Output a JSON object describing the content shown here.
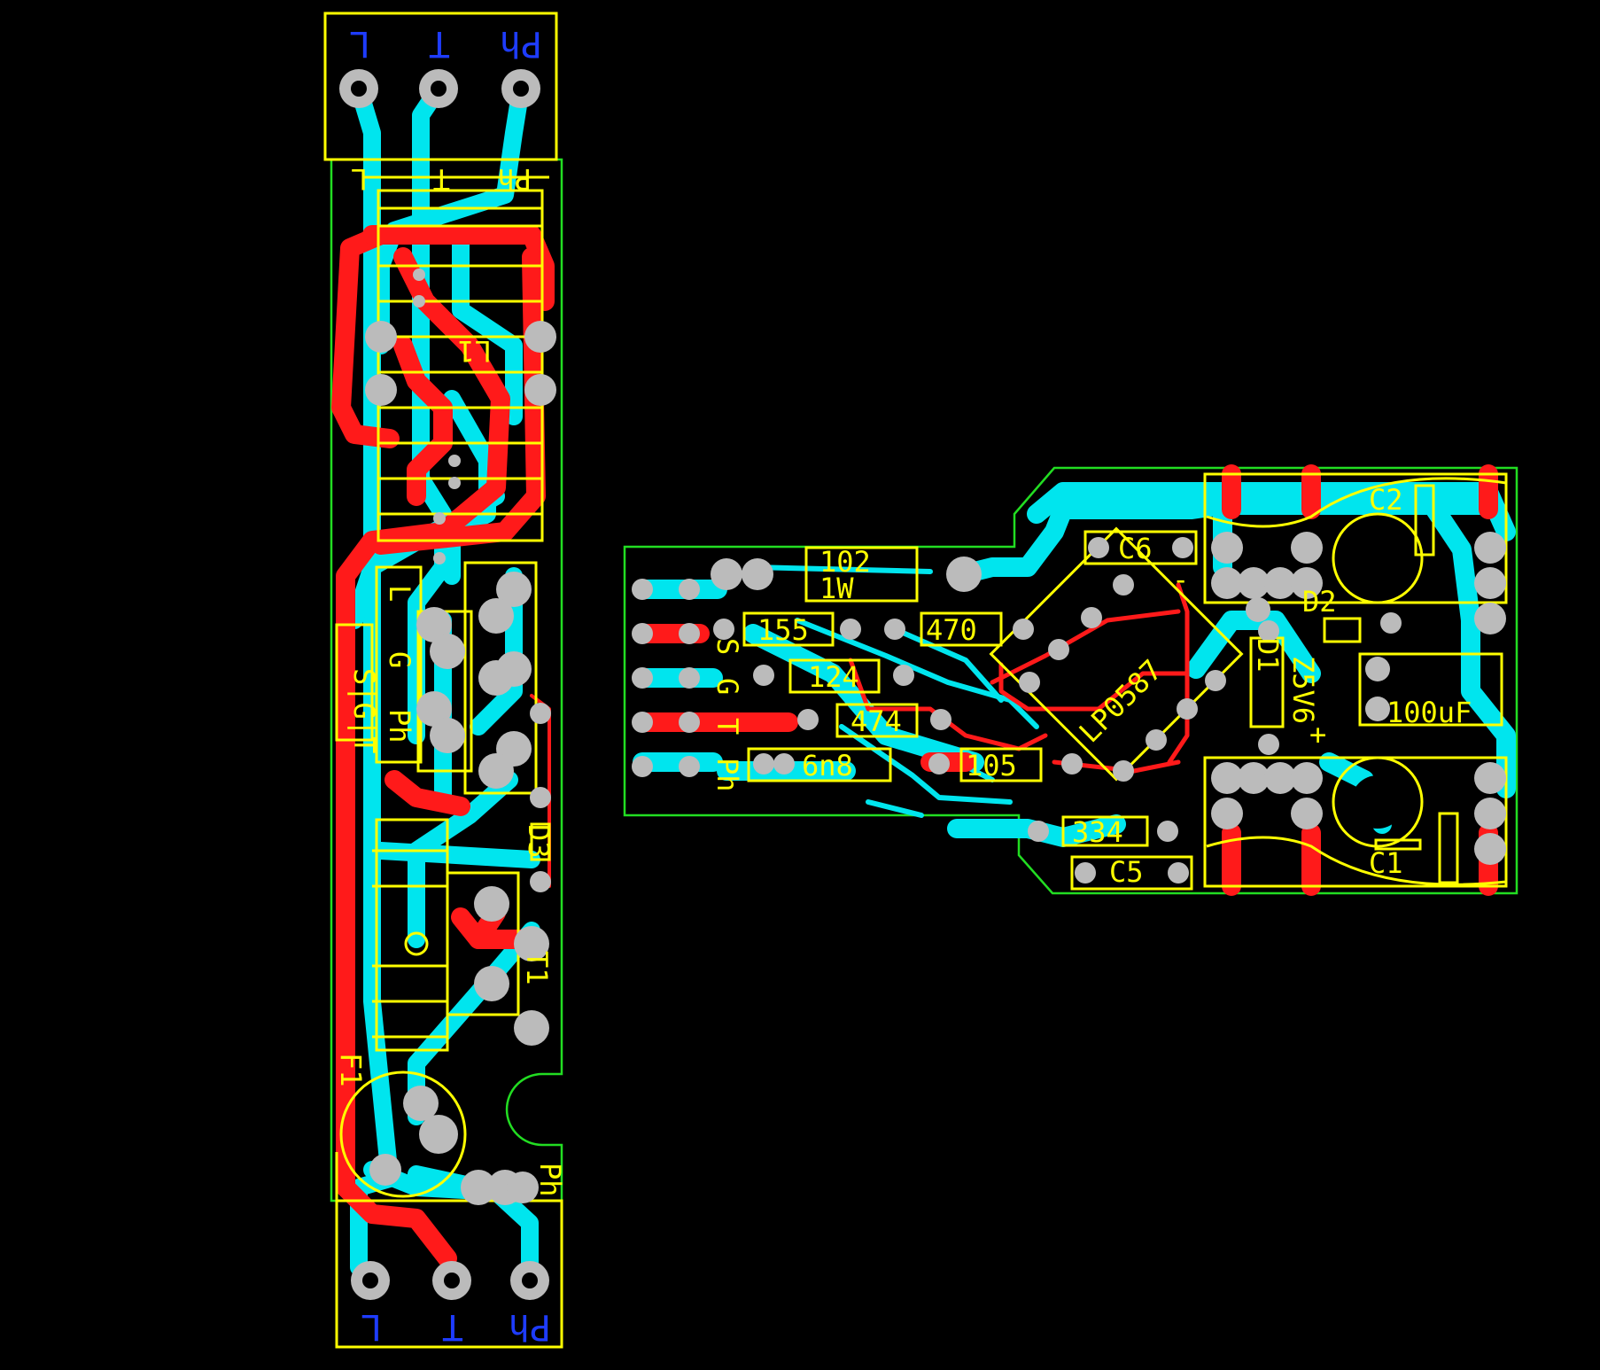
{
  "view": {
    "background": "#000000",
    "colors": {
      "top_copper": "#ff1a1a",
      "bottom_copper": "#00e5ee",
      "silkscreen": "#ffff00",
      "board_outline": "#22dd22",
      "pads": "#bbbbbb",
      "text_bottom": "#1e3cff"
    }
  },
  "left_board": {
    "connector_top": {
      "labels": [
        "L",
        "T",
        "Ph"
      ]
    },
    "connector_bottom": {
      "labels": [
        "L",
        "T",
        "Ph"
      ]
    },
    "header_labels": [
      "L",
      "T",
      "Ph"
    ],
    "designators": {
      "inductor": "L1",
      "transistor": "T1",
      "diode": "D3",
      "fuse": "F1",
      "sgt_block": "S|G|T",
      "lgph_col_l": "L",
      "lgph_col_g": "G",
      "lgph_col_ph": "Ph",
      "ph_near_bottom": "Ph"
    }
  },
  "right_board": {
    "components": {
      "r_102": "102",
      "r_102_power": "1W",
      "r_155": "155",
      "r_470": "470",
      "r_124": "124",
      "r_474": "474",
      "c_6n8": "6n8",
      "r_105": "105",
      "r_334": "334",
      "c6": "C6",
      "c5": "C5",
      "c2": "C2",
      "c1": "C1",
      "d2": "D2",
      "d1": "D1",
      "zener": "Z5V6",
      "cap_100uf": "100uF",
      "ic": "LP0587"
    },
    "edge_labels": [
      "S",
      "G",
      "T",
      "Ph"
    ],
    "polarity": {
      "minus": "-",
      "plus": "+"
    }
  }
}
